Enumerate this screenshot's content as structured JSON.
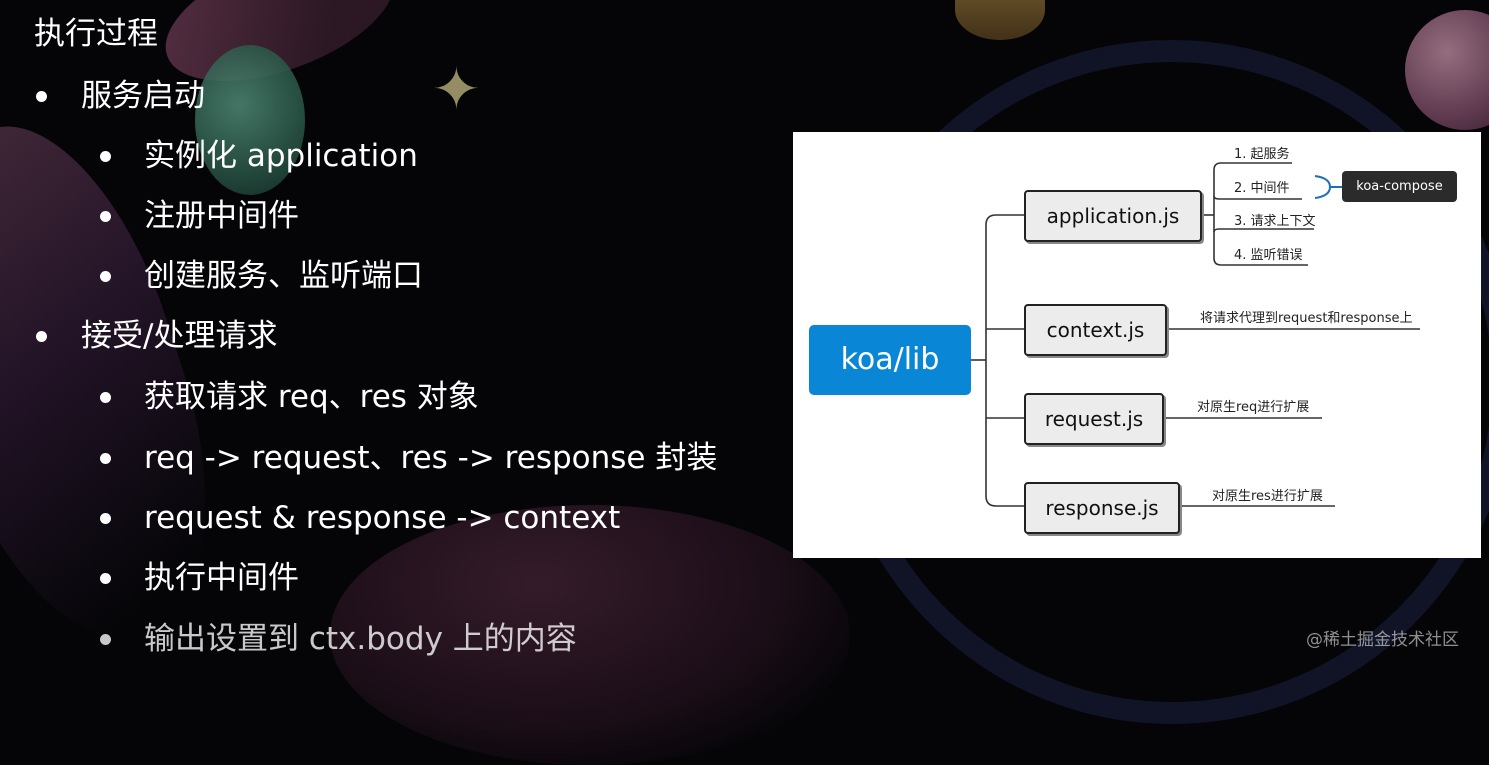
{
  "title": "执行过程",
  "bullets": [
    {
      "label": "服务启动",
      "children": [
        "实例化 application",
        "注册中间件",
        "创建服务、监听端口"
      ]
    },
    {
      "label": "接受/处理请求",
      "children": [
        "获取请求 req、res 对象",
        "req -> request、res -> response 封装",
        "request & response -> context",
        "执行中间件",
        "输出设置到 ctx.body 上的内容"
      ]
    }
  ],
  "diagram": {
    "root": "koa/lib",
    "files": [
      {
        "name": "application.js",
        "items": [
          "1. 起服务",
          "2. 中间件",
          "3. 请求上下文",
          "4. 监听错误"
        ],
        "linked": "koa-compose"
      },
      {
        "name": "context.js",
        "note": "将请求代理到request和response上"
      },
      {
        "name": "request.js",
        "note": "对原生req进行扩展"
      },
      {
        "name": "response.js",
        "note": "对原生res进行扩展"
      }
    ]
  },
  "watermark": "@稀土掘金技术社区",
  "icons": {
    "star": "sparkle-star-icon"
  }
}
